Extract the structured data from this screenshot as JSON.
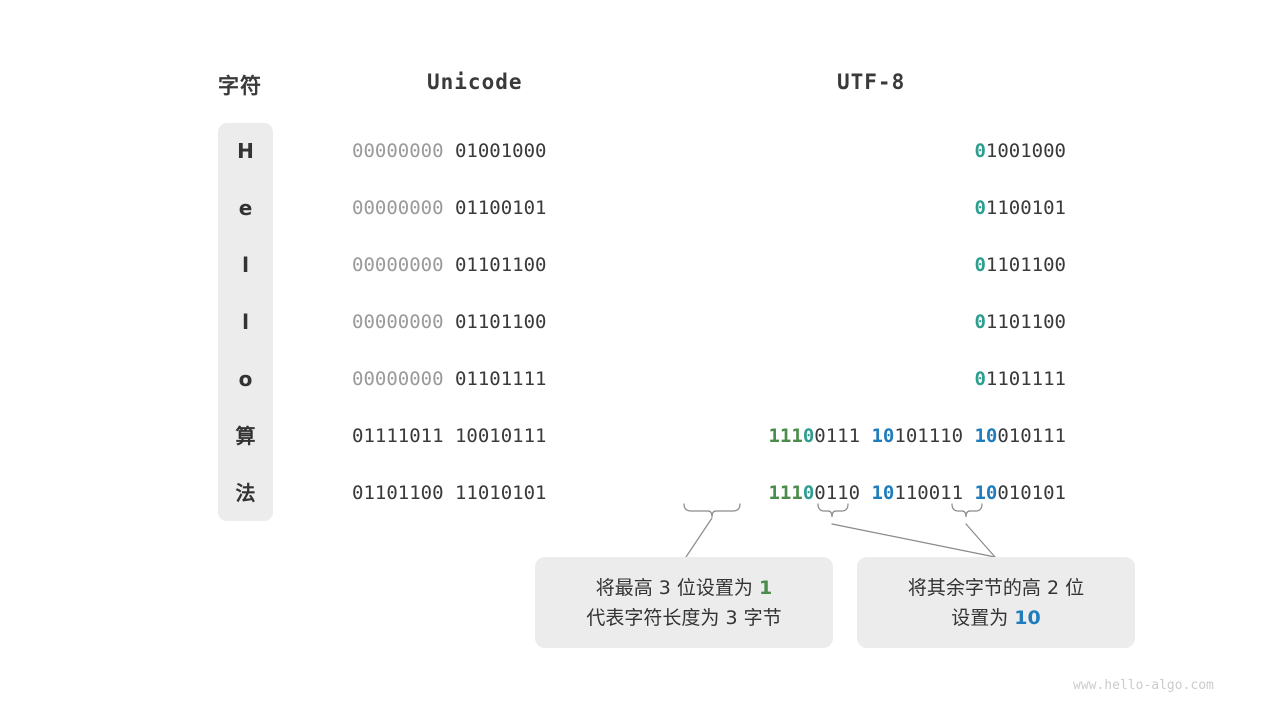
{
  "headers": {
    "char": "字符",
    "unicode": "Unicode",
    "utf8": "UTF-8"
  },
  "rows": [
    {
      "char": "H",
      "unicode_high": "00000000",
      "unicode_low": "01001000",
      "utf8_prefix_green": "",
      "utf8_prefix_teal": "0",
      "utf8_rest": "1001000",
      "utf8_cont": []
    },
    {
      "char": "e",
      "unicode_high": "00000000",
      "unicode_low": "01100101",
      "utf8_prefix_green": "",
      "utf8_prefix_teal": "0",
      "utf8_rest": "1100101",
      "utf8_cont": []
    },
    {
      "char": "l",
      "unicode_high": "00000000",
      "unicode_low": "01101100",
      "utf8_prefix_green": "",
      "utf8_prefix_teal": "0",
      "utf8_rest": "1101100",
      "utf8_cont": []
    },
    {
      "char": "l",
      "unicode_high": "00000000",
      "unicode_low": "01101100",
      "utf8_prefix_green": "",
      "utf8_prefix_teal": "0",
      "utf8_rest": "1101100",
      "utf8_cont": []
    },
    {
      "char": "o",
      "unicode_high": "00000000",
      "unicode_low": "01101111",
      "utf8_prefix_green": "",
      "utf8_prefix_teal": "0",
      "utf8_rest": "1101111",
      "utf8_cont": []
    },
    {
      "char": "算",
      "unicode_high": "01111011",
      "unicode_low": "10010111",
      "utf8_prefix_green": "111",
      "utf8_prefix_teal": "0",
      "utf8_rest": "0111",
      "utf8_cont": [
        {
          "prefix": "10",
          "rest": "101110"
        },
        {
          "prefix": "10",
          "rest": "010111"
        }
      ]
    },
    {
      "char": "法",
      "unicode_high": "01101100",
      "unicode_low": "11010101",
      "utf8_prefix_green": "111",
      "utf8_prefix_teal": "0",
      "utf8_rest": "0110",
      "utf8_cont": [
        {
          "prefix": "10",
          "rest": "110011"
        },
        {
          "prefix": "10",
          "rest": "010101"
        }
      ]
    }
  ],
  "unicode_high_dim": [
    true,
    true,
    true,
    true,
    true,
    false,
    false
  ],
  "callouts": {
    "lead": {
      "line1_pre": "将最高 3 位设置为 ",
      "line1_hl": "1",
      "line2": "代表字符长度为 3 字节"
    },
    "cont": {
      "line1": "将其余字节的高 2 位",
      "line2_pre": "设置为 ",
      "line2_hl": "10"
    }
  },
  "watermark": "www.hello-algo.com",
  "colors": {
    "green": "#4a8c4a",
    "teal": "#2e9e91",
    "blue": "#1f7dbd",
    "dim": "#9a9a9a",
    "text": "#3a3a3a",
    "panel": "#ececec",
    "background": "#ffffff"
  }
}
